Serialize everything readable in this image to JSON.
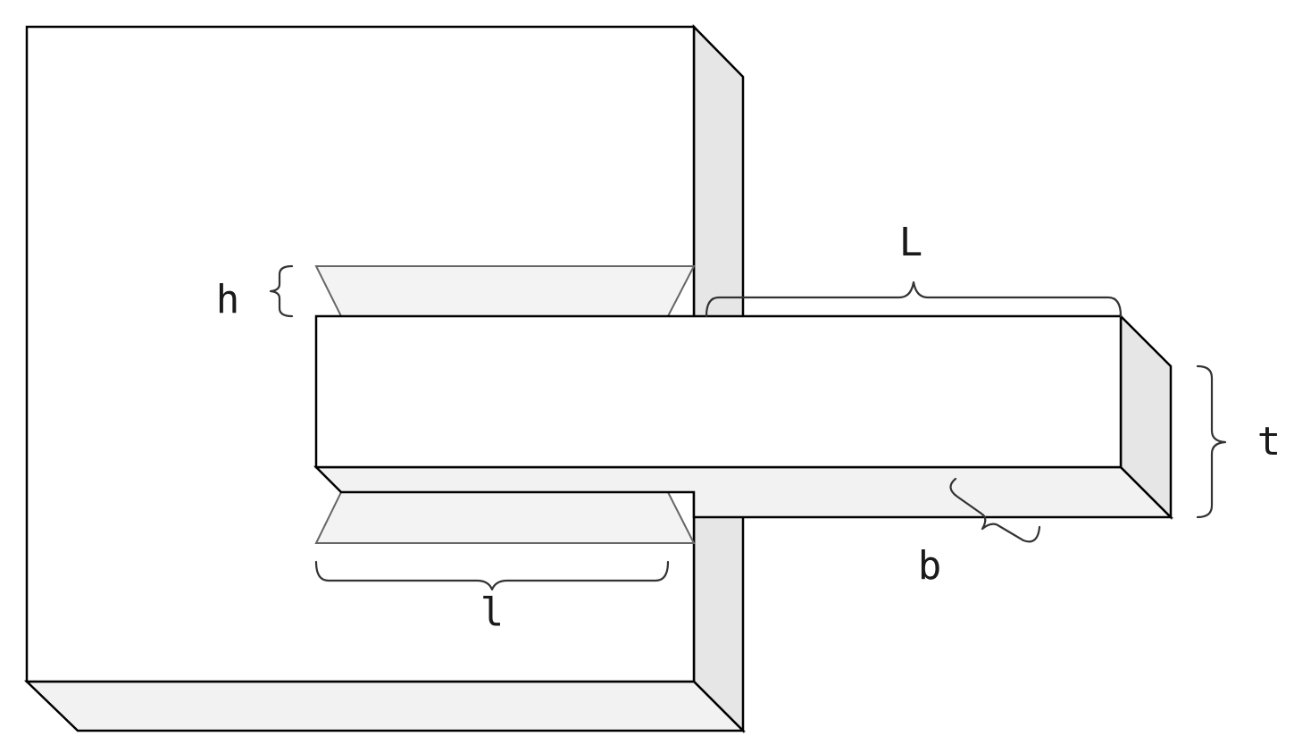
{
  "labels": {
    "weld_size": "h",
    "weld_length": "l",
    "overhang_length": "L",
    "plate_thickness": "t",
    "plate_width": "b"
  },
  "colors": {
    "front_face": "#ffffff",
    "side_face": "#e6e6e6",
    "bottom_face": "#f2f2f2",
    "weld_fill": "#f3f3f3",
    "outline": "#000000"
  }
}
